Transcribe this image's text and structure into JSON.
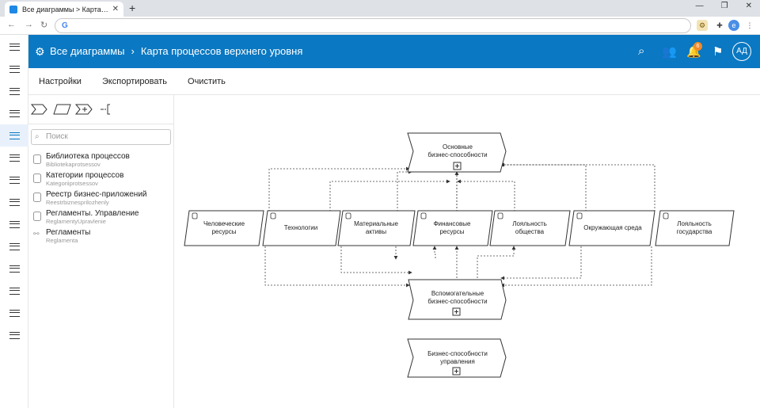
{
  "browser": {
    "tab_title": "Все диаграммы > Карта процесс",
    "new_tab": "+",
    "omnibox_icon": "G",
    "ext_badge_text": "e"
  },
  "header": {
    "breadcrumb_root": "Все диаграммы",
    "breadcrumb_sep": "›",
    "breadcrumb_current": "Карта процессов верхнего уровня",
    "notification_count": "6",
    "avatar_initials": "АД",
    "bg_color": "#0a78c2"
  },
  "menu": {
    "settings": "Настройки",
    "export": "Экспортировать",
    "clear": "Очистить"
  },
  "panel": {
    "search_placeholder": "Поиск",
    "items": [
      {
        "name": "Библиотека процессов",
        "sub": "Bibliotekaprotsessov"
      },
      {
        "name": "Категории процессов",
        "sub": "Kategoriiprotsessov"
      },
      {
        "name": "Реестр бизнес-приложений",
        "sub": "Reestrbiznesprilozhenly"
      },
      {
        "name": "Регламенты. Управление",
        "sub": "ReglamentyUpravlenie"
      },
      {
        "name": "Регламенты",
        "sub": "Reglamenta"
      }
    ]
  },
  "diagram": {
    "top_line1": "Основные",
    "top_line2": "бизнес-способности",
    "mid_line1": "Вспомогательные",
    "mid_line2": "бизнес-способности",
    "bot_line1": "Бизнес-способности",
    "bot_line2": "управления",
    "row": [
      {
        "line1": "Человеческие",
        "line2": "ресурсы"
      },
      {
        "line1": "Технологии",
        "line2": ""
      },
      {
        "line1": "Материальные",
        "line2": "активы"
      },
      {
        "line1": "Финансовые",
        "line2": "ресурсы"
      },
      {
        "line1": "Лояльность",
        "line2": "общества"
      },
      {
        "line1": "Окружающая среда",
        "line2": ""
      },
      {
        "line1": "Лояльность",
        "line2": "государства"
      }
    ]
  }
}
